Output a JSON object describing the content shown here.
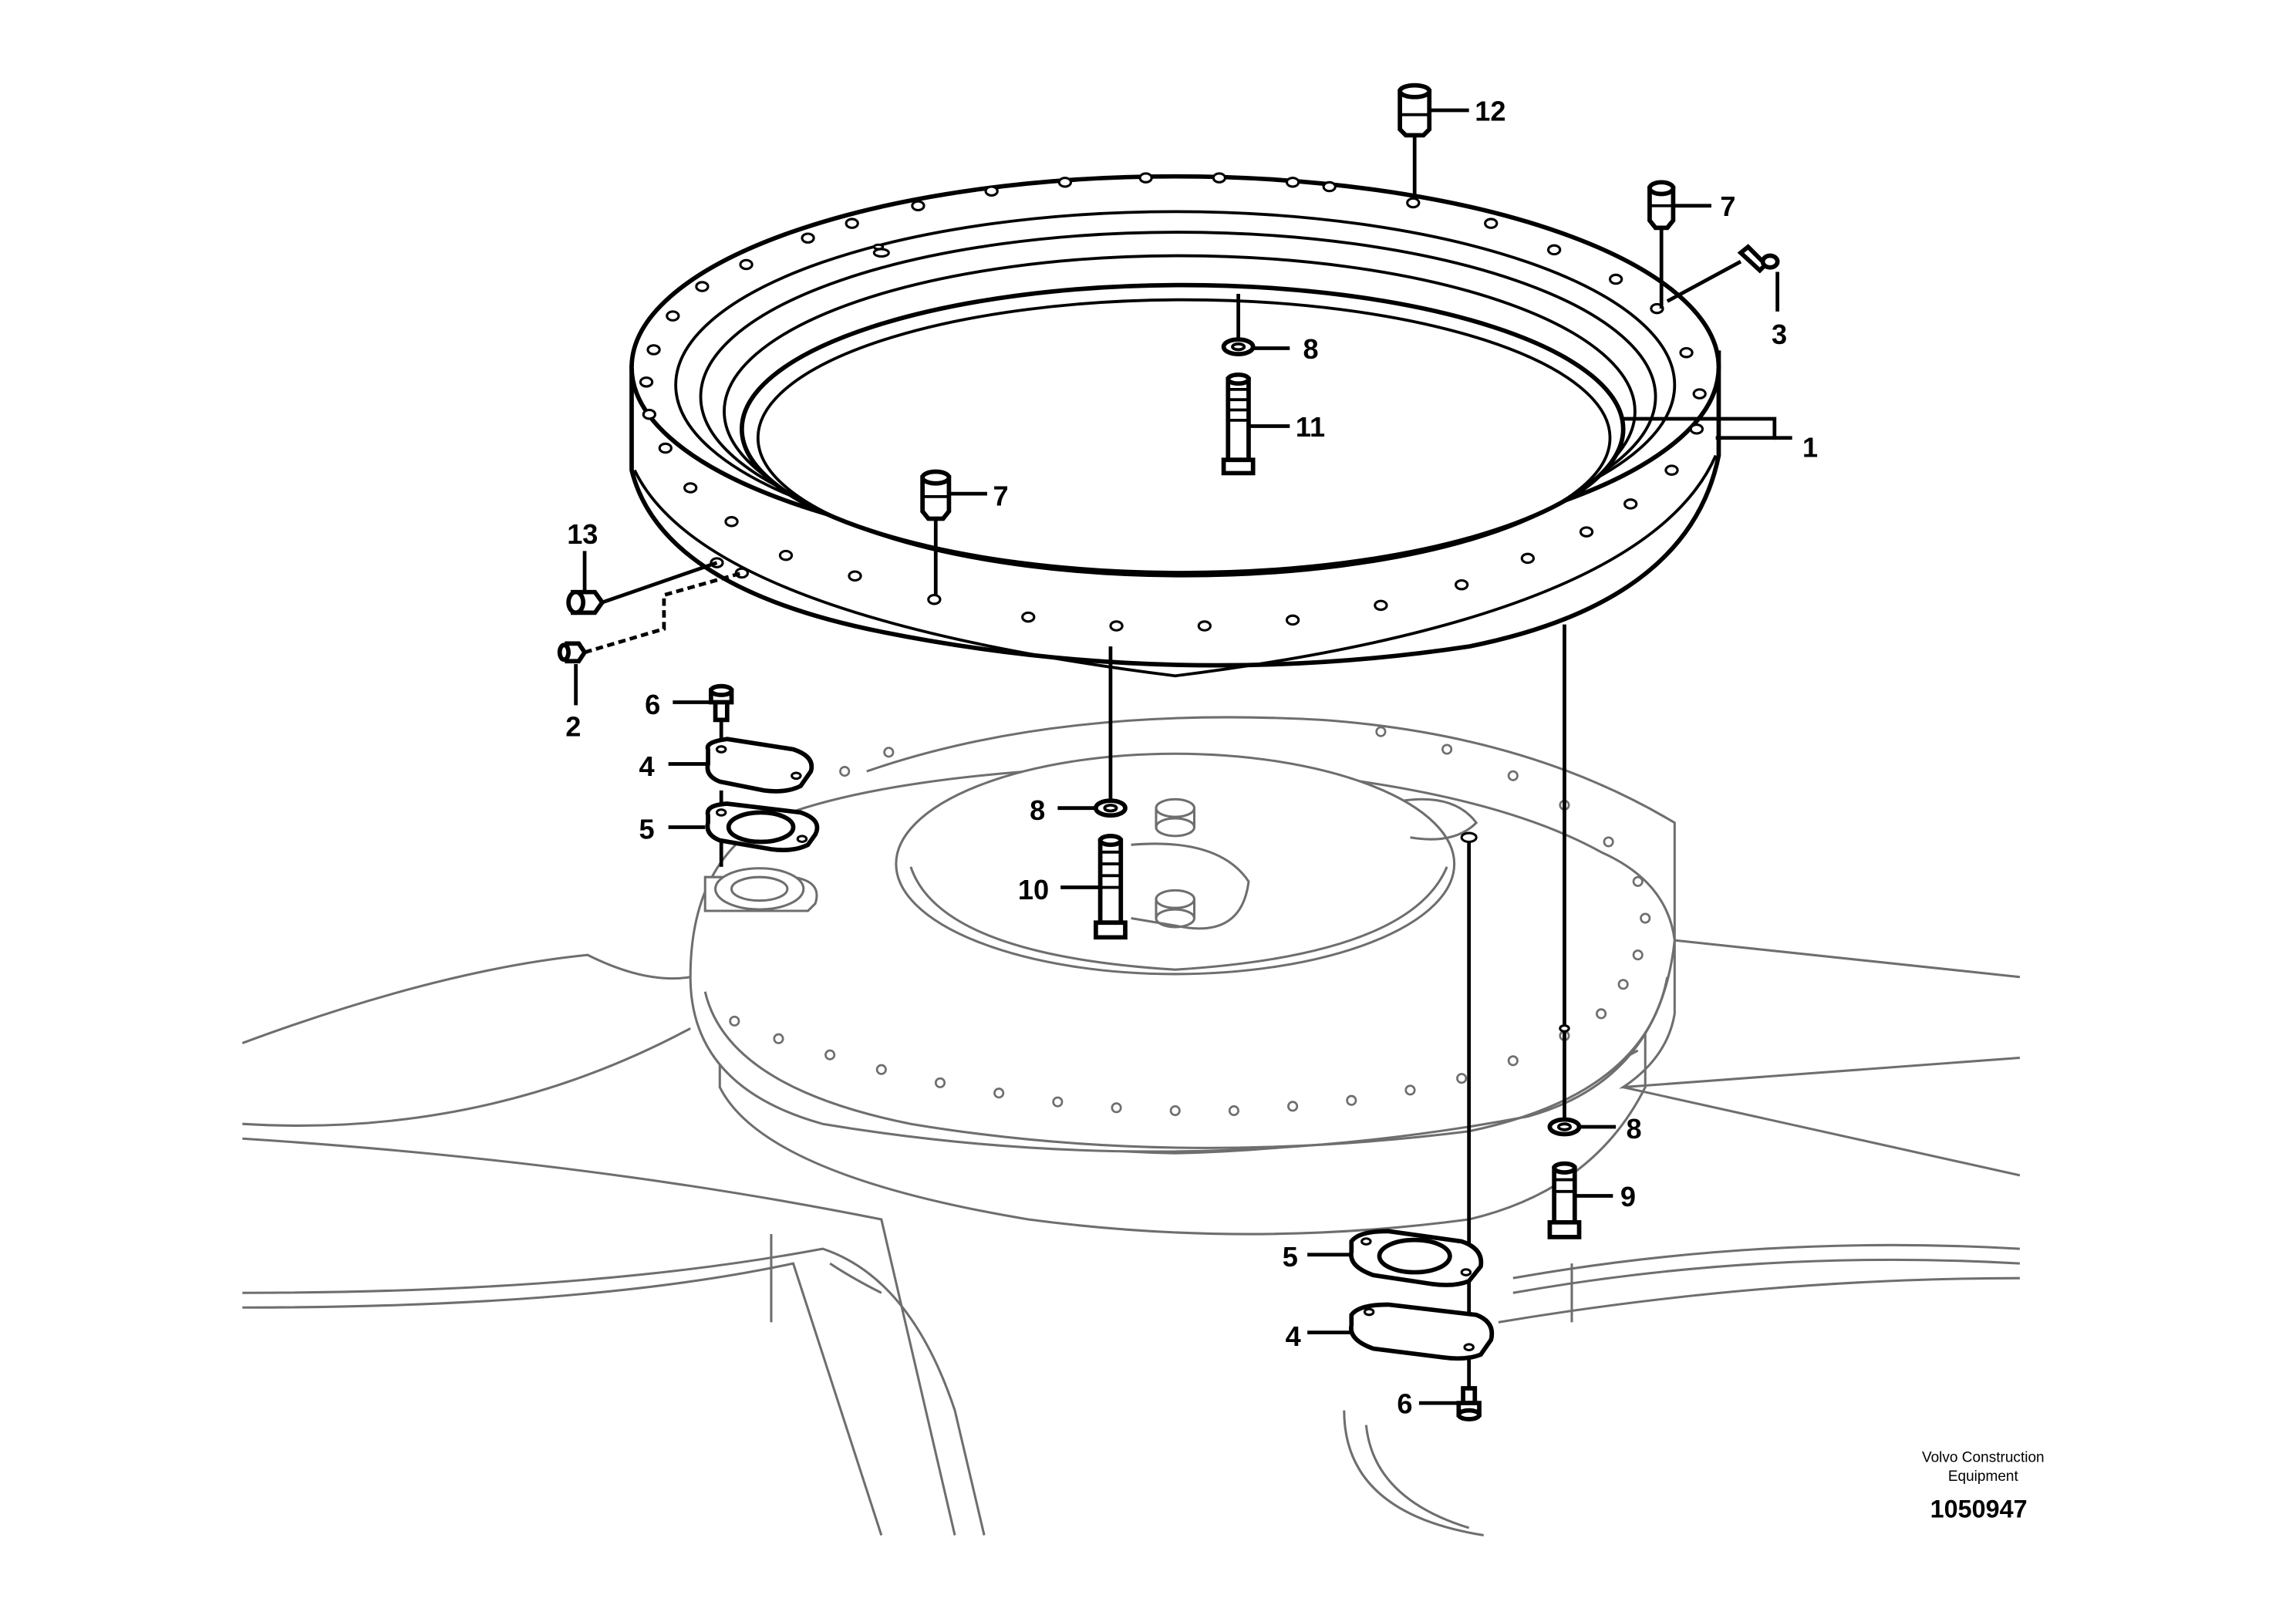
{
  "labels": {
    "p1": "1",
    "p2": "2",
    "p3": "3",
    "p4a": "4",
    "p4b": "4",
    "p5a": "5",
    "p5b": "5",
    "p6a": "6",
    "p6b": "6",
    "p7a": "7",
    "p7b": "7",
    "p8a": "8",
    "p8b": "8",
    "p8c": "8",
    "p9": "9",
    "p10": "10",
    "p11": "11",
    "p12": "12",
    "p13": "13"
  },
  "footer": {
    "brand_line1": "Volvo Construction",
    "brand_line2": "Equipment",
    "code": "1050947"
  },
  "colors": {
    "ink": "#000000",
    "background_lines": "#6e6e6e"
  }
}
